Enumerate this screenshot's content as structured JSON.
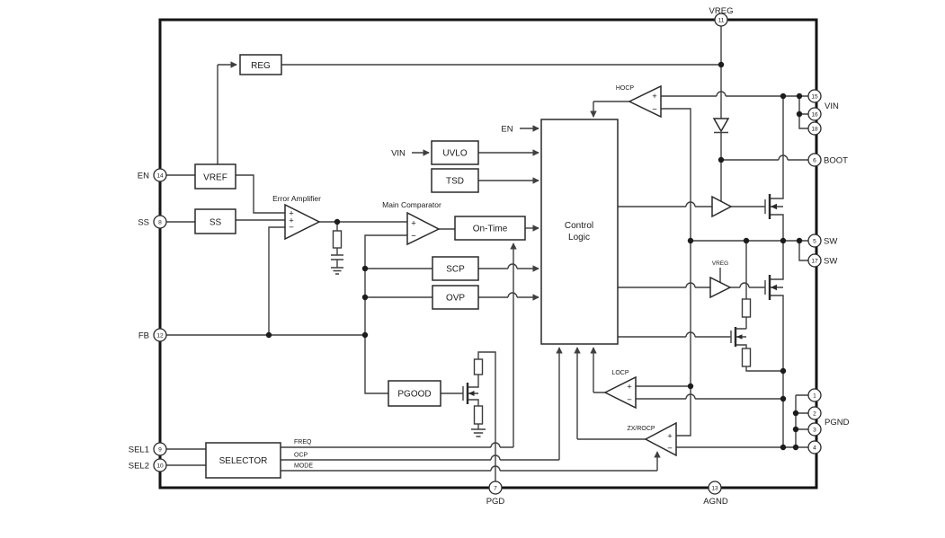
{
  "colors": {
    "wire": "#3f3f3f",
    "outline": "#2a2a2a",
    "text": "#1a1a1a",
    "background": "#ffffff"
  },
  "blocks": {
    "reg": "REG",
    "vref": "VREF",
    "ss": "SS",
    "uvlo": "UVLO",
    "tsd": "TSD",
    "on_time": "On-Time",
    "scp": "SCP",
    "ovp": "OVP",
    "control_line1": "Control",
    "control_line2": "Logic",
    "pgood": "PGOOD",
    "selector": "SELECTOR"
  },
  "amplifiers": {
    "error_amplifier": "Error Amplifier",
    "main_comparator": "Main Comparator",
    "hocp": "HOCP",
    "locp": "LOCP",
    "zx_rocp": "ZX/ROCP"
  },
  "signals": {
    "vin_input": "VIN",
    "en_input": "EN",
    "vreg_driver": "VREG",
    "freq": "FREQ",
    "ocp": "OCP",
    "mode": "MODE",
    "plus": "+",
    "minus": "−"
  },
  "pins": {
    "en": {
      "num": "14",
      "label": "EN"
    },
    "ss": {
      "num": "8",
      "label": "SS"
    },
    "fb": {
      "num": "12",
      "label": "FB"
    },
    "sel1": {
      "num": "9",
      "label": "SEL1"
    },
    "sel2": {
      "num": "10",
      "label": "SEL2"
    },
    "vreg": {
      "num": "11",
      "label": "VREG"
    },
    "pgd": {
      "num": "7",
      "label": "PGD"
    },
    "agnd": {
      "num": "13",
      "label": "AGND"
    },
    "vin15": {
      "num": "15"
    },
    "vin16": {
      "num": "16"
    },
    "vin18": {
      "num": "18"
    },
    "vin_group_label": "VIN",
    "boot": {
      "num": "6",
      "label": "BOOT"
    },
    "sw5": {
      "num": "5",
      "label": "SW"
    },
    "sw17": {
      "num": "17",
      "label": "SW"
    },
    "pgnd1": {
      "num": "1"
    },
    "pgnd2": {
      "num": "2"
    },
    "pgnd3": {
      "num": "3"
    },
    "pgnd4": {
      "num": "4"
    },
    "pgnd_group_label": "PGND"
  }
}
